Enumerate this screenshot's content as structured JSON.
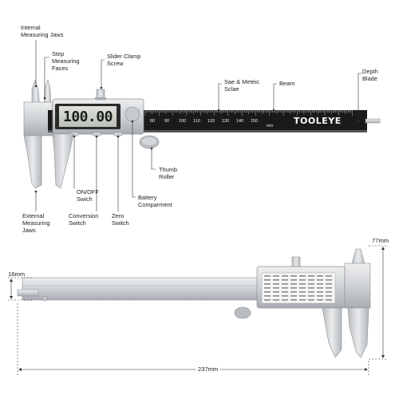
{
  "labels": {
    "internal_jaws": "Internal\nMeasuring Jaws",
    "step_faces": "Step\nMeasuring\nFaces",
    "slider_clamp": "Slider Clamp\nScrew",
    "sae_scale": "Sae & Meteic\nSclae",
    "beam": "Beam",
    "depth_blade": "Depth\nBlade",
    "thumb_roller": "Thumb\nRoller",
    "battery": "Battery\nComparment",
    "onoff": "ON/OFF\nSwich",
    "conversion": "Conversion\nSwitch",
    "zero": "Zero\nSwitch",
    "external_jaws": "External\nMeasuring\nJaws"
  },
  "display": {
    "reading": "100.00",
    "brand": "TOOLEYE",
    "unit": "mm"
  },
  "scale_numbers": [
    "80",
    "90",
    "100",
    "110",
    "120",
    "130",
    "140",
    "150"
  ],
  "dimensions": {
    "width": "237mm",
    "height": "77mm",
    "thickness": "16mm"
  },
  "colors": {
    "steel": "#d4d6d8",
    "steel_dark": "#9ea2a6",
    "beam_black": "#1a1a1a",
    "lcd": "#c9cfc6"
  }
}
